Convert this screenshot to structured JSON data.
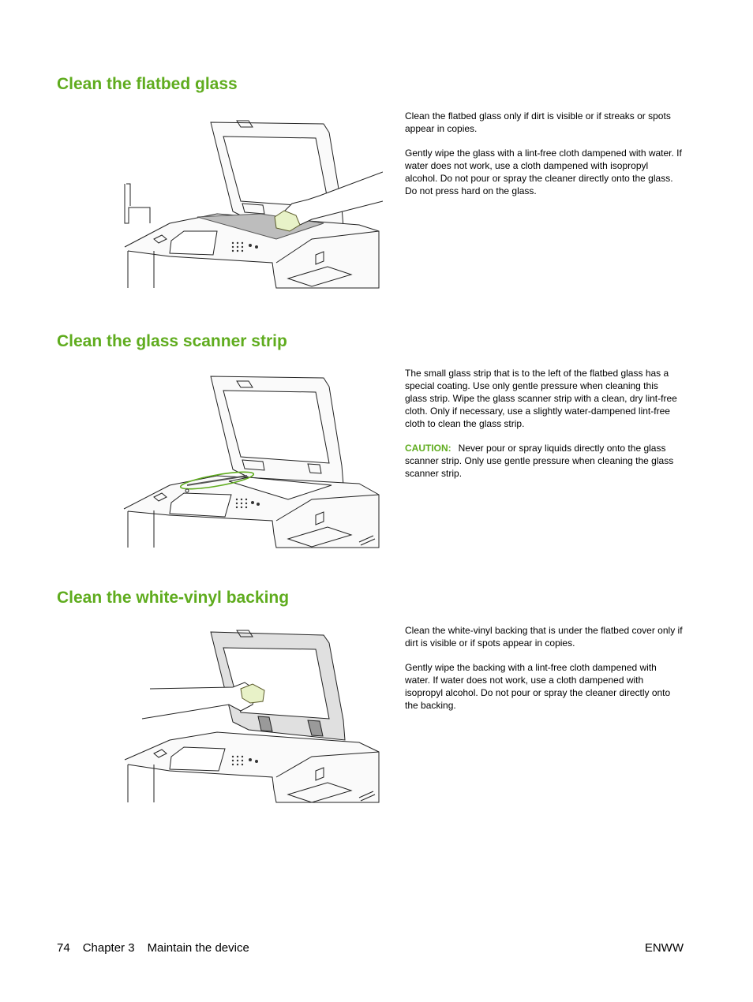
{
  "sections": [
    {
      "heading": "Clean the flatbed glass",
      "paragraphs": [
        "Clean the flatbed glass only if dirt is visible or if streaks or spots appear in copies.",
        "Gently wipe the glass with a lint-free cloth dampened with water. If water does not work, use a cloth dampened with isopropyl alcohol. Do not pour or spray the cleaner directly onto the glass. Do not press hard on the glass."
      ]
    },
    {
      "heading": "Clean the glass scanner strip",
      "paragraphs": [
        "The small glass strip that is to the left of the flatbed glass has a special coating. Use only gentle pressure when cleaning this glass strip. Wipe the glass scanner strip with a clean, dry lint-free cloth. Only if necessary, use a slightly water-dampened lint-free cloth to clean the glass strip."
      ],
      "caution": {
        "label": "CAUTION:",
        "text": "Never pour or spray liquids directly onto the glass scanner strip. Only use gentle pressure when cleaning the glass scanner strip."
      }
    },
    {
      "heading": "Clean the white-vinyl backing",
      "paragraphs": [
        "Clean the white-vinyl backing that is under the flatbed cover only if dirt is visible or if spots appear in copies.",
        "Gently wipe the backing with a lint-free cloth dampened with water. If water does not work, use a cloth dampened with isopropyl alcohol. Do not pour or spray the cleaner directly onto the backing."
      ]
    }
  ],
  "footer": {
    "page_number": "74",
    "chapter": "Chapter 3",
    "chapter_title": "Maintain the device",
    "right_label": "ENWW"
  },
  "colors": {
    "heading": "#5fac1e",
    "highlight": "#5fac1e",
    "text": "#000000"
  },
  "icons": [
    "printer-flatbed-glass-illustration",
    "printer-scanner-strip-illustration",
    "printer-white-vinyl-backing-illustration"
  ]
}
